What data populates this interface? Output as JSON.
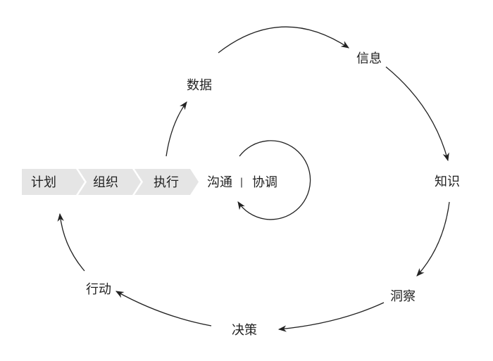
{
  "stages": [
    "计划",
    "组织",
    "执行"
  ],
  "center": {
    "left": "沟通",
    "separator": "|",
    "right": "协调"
  },
  "cycle": [
    "数据",
    "信息",
    "知识",
    "洞察",
    "决策",
    "行动"
  ],
  "colors": {
    "chevron": "#e5e5e5",
    "stroke": "#222222"
  }
}
